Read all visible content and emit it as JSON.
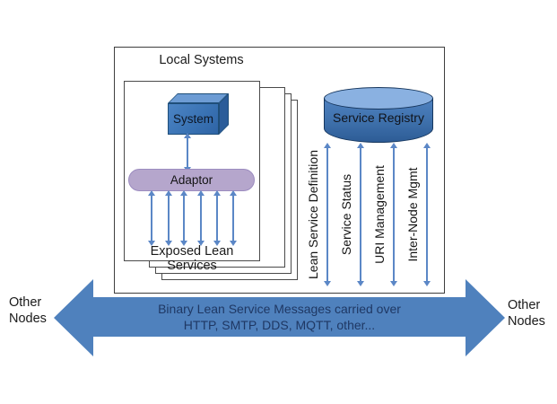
{
  "colors": {
    "primary_blue": "#4f81bd",
    "cube_front_blue": "#3a73b4",
    "cube_top_blue": "#6d9cd4",
    "cube_side_blue": "#2b5c99",
    "cylinder_top_blue": "#8ab1e1",
    "adaptor_lavender": "#b5a6cc",
    "arrow_stroke_blue": "#5b87c6",
    "bus_text_navy": "#1f3864",
    "box_border_gray": "#3e3e3e"
  },
  "local_systems": {
    "title": "Local Systems",
    "system_label": "System",
    "adaptor_label": "Adaptor",
    "exposed_label": "Exposed Lean Services",
    "stacked_page_count": 4,
    "lean_service_arrow_count": 6
  },
  "registry": {
    "title": "Service Registry",
    "channels": [
      {
        "label": "Lean Service Definition"
      },
      {
        "label": "Service Status"
      },
      {
        "label": "URI Management"
      },
      {
        "label": "Inter-Node Mgmt"
      }
    ]
  },
  "bus": {
    "line1": "Binary Lean Service Messages carried over",
    "line2": "HTTP, SMTP, DDS, MQTT, other..."
  },
  "left_node": {
    "line1": "Other",
    "line2": "Nodes"
  },
  "right_node": {
    "line1": "Other",
    "line2": "Nodes"
  }
}
